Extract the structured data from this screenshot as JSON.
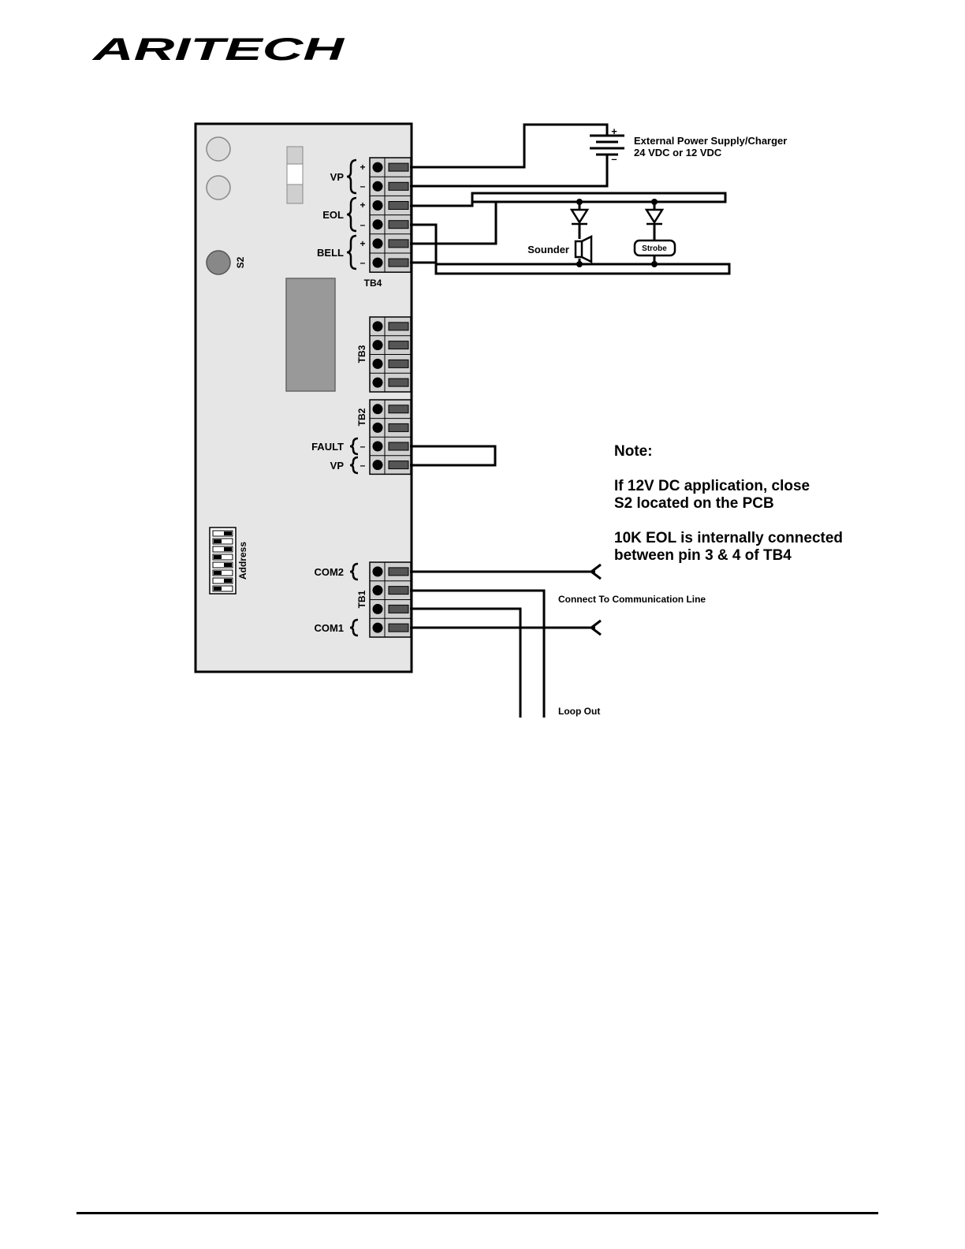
{
  "header": {
    "brand": "ARITECH"
  },
  "board": {
    "s2_label": "S2",
    "address_label": "Address",
    "tb4": {
      "name": "TB4",
      "groups": [
        "VP",
        "EOL",
        "BELL"
      ],
      "signs": [
        "+",
        "–",
        "+",
        "–",
        "+",
        "–"
      ]
    },
    "tb3": {
      "name": "TB3"
    },
    "tb2": {
      "name": "TB2",
      "fault_label": "FAULT",
      "vp_label": "VP",
      "signs": [
        "–",
        "–"
      ]
    },
    "tb1": {
      "name": "TB1",
      "com2_label": "COM2",
      "com1_label": "COM1"
    }
  },
  "external": {
    "power_line1": "External Power Supply/Charger",
    "power_line2": "24 VDC or 12 VDC",
    "plus": "+",
    "minus": "–",
    "sounder": "Sounder",
    "strobe": "Strobe",
    "comm_line": "Connect To Communication Line",
    "loop_out": "Loop Out"
  },
  "note": {
    "title": "Note:",
    "line1": "If 12V DC application, close",
    "line2": "S2 located on the PCB",
    "line3": "10K EOL is internally connected",
    "line4": "between pin 3 & 4 of TB4"
  }
}
